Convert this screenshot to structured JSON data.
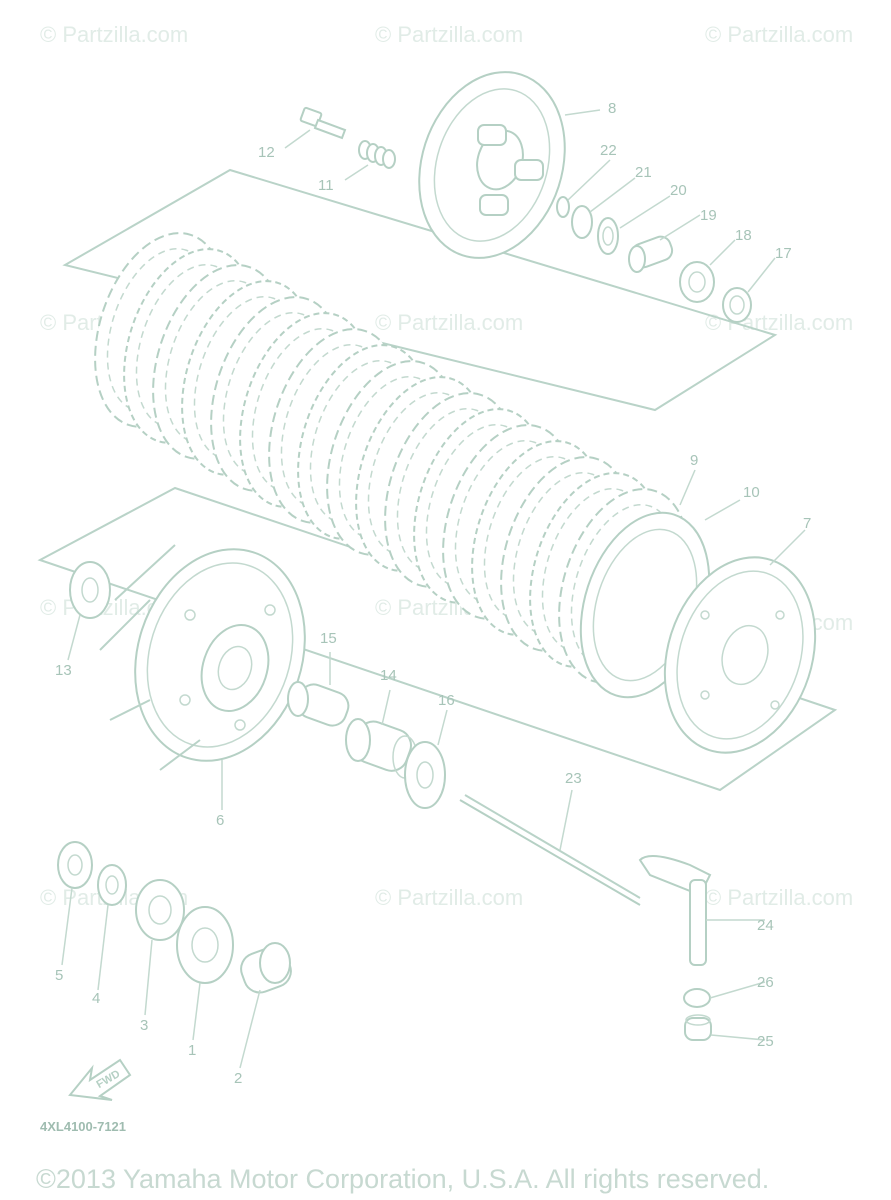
{
  "watermark_text": "© Partzilla.com",
  "part_code": "4XL4100-7121",
  "copyright": "©2013 Yamaha Motor Corporation, U.S.A. All rights reserved.",
  "fwd_label": "FWD",
  "callouts": [
    "1",
    "2",
    "3",
    "4",
    "5",
    "6",
    "7",
    "8",
    "9",
    "10",
    "11",
    "12",
    "13",
    "14",
    "15",
    "16",
    "17",
    "18",
    "19",
    "20",
    "21",
    "22",
    "23",
    "24",
    "25",
    "26"
  ]
}
